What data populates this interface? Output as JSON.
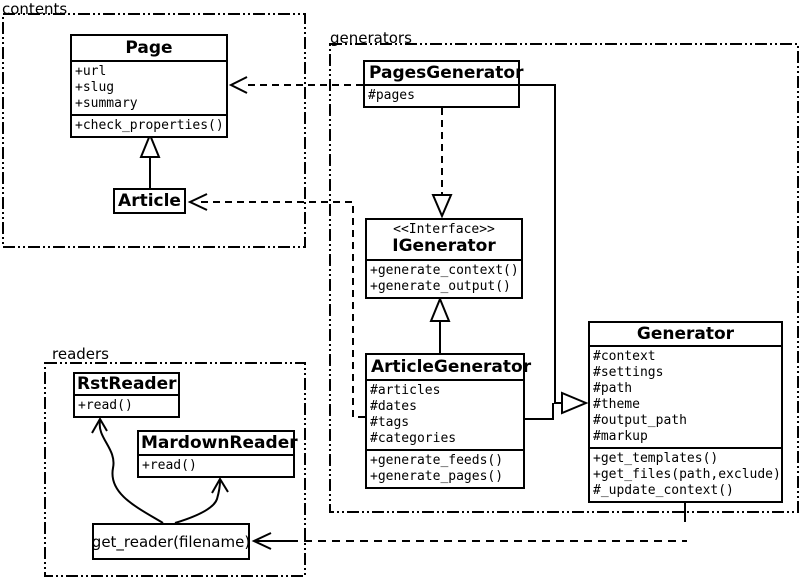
{
  "packages": {
    "contents": {
      "label": "contents"
    },
    "generators": {
      "label": "generators"
    },
    "readers": {
      "label": "readers"
    }
  },
  "classes": {
    "page": {
      "title": "Page",
      "attributes": [
        "+url",
        "+slug",
        "+summary"
      ],
      "methods": [
        "+check_properties()"
      ]
    },
    "article": {
      "title": "Article"
    },
    "pages_generator": {
      "title": "PagesGenerator",
      "attributes": [
        "#pages"
      ]
    },
    "igenerator": {
      "stereotype": "<<Interface>>",
      "title": "IGenerator",
      "methods": [
        "+generate_context()",
        "+generate_output()"
      ]
    },
    "article_generator": {
      "title": "ArticleGenerator",
      "attributes": [
        "#articles",
        "#dates",
        "#tags",
        "#categories"
      ],
      "methods": [
        "+generate_feeds()",
        "+generate_pages()"
      ]
    },
    "generator": {
      "title": "Generator",
      "attributes": [
        "#context",
        "#settings",
        "#path",
        "#theme",
        "#output_path",
        "#markup"
      ],
      "methods": [
        "+get_templates()",
        "+get_files(path,exclude)",
        "#_update_context()"
      ]
    },
    "rst_reader": {
      "title": "RstReader",
      "methods": [
        "+read()"
      ]
    },
    "mardown_reader": {
      "title": "MardownReader",
      "methods": [
        "+read()"
      ]
    }
  },
  "functions": {
    "get_reader": {
      "label": "get_reader(filename)"
    }
  },
  "colors": {
    "line": "#000000",
    "background": "#ffffff"
  }
}
